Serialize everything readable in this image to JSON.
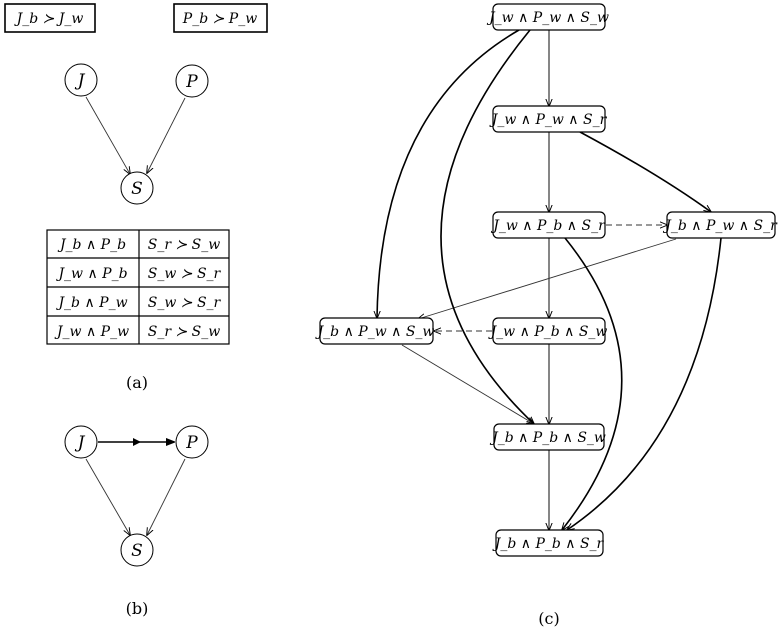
{
  "preferences": {
    "j_pref": "J_b ≻ J_w",
    "p_pref": "P_b ≻ P_w"
  },
  "nodes": {
    "J": "J",
    "P": "P",
    "S": "S"
  },
  "cpt": [
    {
      "condition": "J_b ∧ P_b",
      "preference": "S_r ≻ S_w"
    },
    {
      "condition": "J_w ∧ P_b",
      "preference": "S_w ≻ S_r"
    },
    {
      "condition": "J_b ∧ P_w",
      "preference": "S_w ≻ S_r"
    },
    {
      "condition": "J_w ∧ P_w",
      "preference": "S_r ≻ S_w"
    }
  ],
  "captions": {
    "a": "(a)",
    "b": "(b)",
    "c": "(c)"
  },
  "states": {
    "jw_pw_sw": "J_w ∧ P_w ∧ S_w",
    "jw_pw_sr": "J_w ∧ P_w ∧ S_r",
    "jw_pb_sr": "J_w ∧ P_b ∧ S_r",
    "jb_pw_sr": "J_b ∧ P_w ∧ S_r",
    "jb_pw_sw": "J_b ∧ P_w ∧ S_w",
    "jw_pb_sw": "J_w ∧ P_b ∧ S_w",
    "jb_pb_sw": "J_b ∧ P_b ∧ S_w",
    "jb_pb_sr": "J_b ∧ P_b ∧ S_r"
  }
}
